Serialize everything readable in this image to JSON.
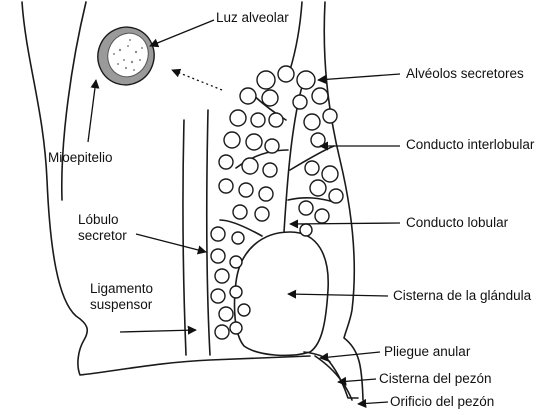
{
  "labels": {
    "luz_alveolar": "Luz alveolar",
    "alveolos_secretores": "Alvéolos secretores",
    "mioepitelio": "Mioepitelio",
    "lobulo_secretor": "Lóbulo secretor",
    "conducto_interlobular": "Conducto interlobular",
    "conducto_lobular": "Conducto lobular",
    "ligamento_suspensor": "Ligamento suspensor",
    "cisterna_glandula": "Cisterna de la glándula",
    "pliegue_anular": "Pliegue anular",
    "cisterna_pezon": "Cisterna del pezón",
    "orificio_pezon": "Orificio del pezón"
  },
  "colors": {
    "line": "#1a1a1a",
    "alveolus_fill": "#9a9a9a",
    "background": "#ffffff"
  }
}
